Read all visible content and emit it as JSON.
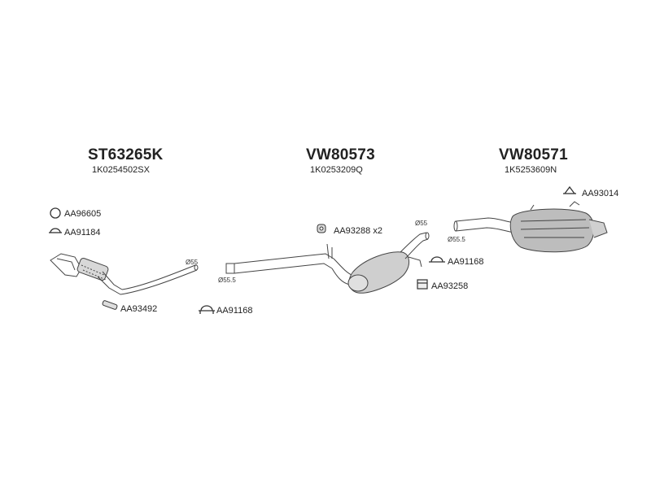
{
  "groups": [
    {
      "code": "ST63265K",
      "oem": "1K0254502SX"
    },
    {
      "code": "VW80573",
      "oem": "1K0253209Q"
    },
    {
      "code": "VW80571",
      "oem": "1K5253609N"
    }
  ],
  "parts": {
    "ring": "AA96605",
    "clamp_front": "AA91184",
    "gasket_bolt": "AA93492",
    "clamp_mid": "AA91168",
    "hanger_rubber": "AA93288 x2",
    "clamp_rear": "AA91168",
    "bracket": "AA93258",
    "hanger_rear": "AA93014"
  },
  "diameters": {
    "d1": "Ø55",
    "d2": "Ø55.5",
    "d3": "Ø55",
    "d4": "Ø55.5"
  }
}
